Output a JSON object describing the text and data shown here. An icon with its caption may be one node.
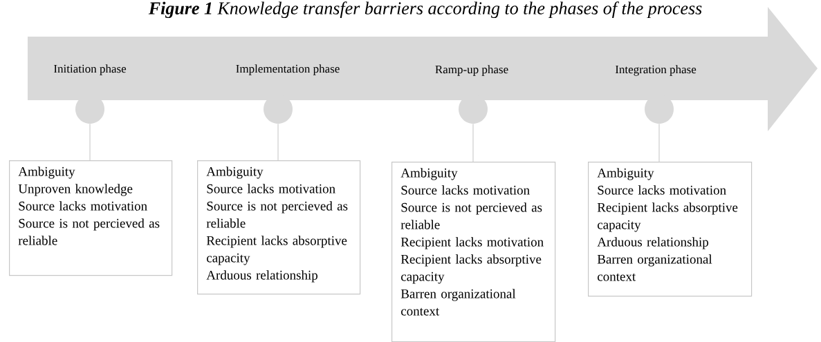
{
  "diagram": {
    "title": "**Figure 1** Knowledge transfer barriers according to the phases of the process",
    "nodes": [
      {
        "text": [
          "Initiation phase",
          "Implementation phase",
          "Ramp-up phase",
          "Integration phase"
        ]
      },
      {
        "text": [],
        "shape": "circle"
      },
      {
        "text": [],
        "shape": "circle"
      },
      {
        "text": [],
        "shape": "circle"
      },
      {
        "text": [],
        "shape": "circle"
      },
      {
        "text": [
          "Ambiguity",
          "Unproven knowledge",
          "Source lacks motivation",
          "Source is not percieved as reliable"
        ]
      },
      {
        "text": [
          "Ambiguity",
          "Source lacks motivation",
          "Source is not percieved as reliable",
          "Recipient lacks absorptive capacity",
          "Arduous relationship"
        ]
      },
      {
        "text": [
          "Ambiguity",
          "Source lacks motivation",
          "Source is not percieved as reliable",
          "Recipient lacks motivation",
          "Recipient lacks absorptive capacity",
          "Barren organizational context"
        ]
      },
      {
        "text": [
          "Ambiguity",
          "Source lacks motivation",
          "Recipient lacks absorptive capacity",
          "Arduous relationship",
          "Barren organizational context"
        ]
      }
    ],
    "edges": [
      {
        "from": 1,
        "to": 5,
        "arrow": "none"
      },
      {
        "from": 2,
        "to": 6,
        "arrow": "none"
      },
      {
        "from": 3,
        "to": 7,
        "arrow": "none"
      },
      {
        "from": 4,
        "to": 8,
        "arrow": "none"
      }
    ]
  }
}
